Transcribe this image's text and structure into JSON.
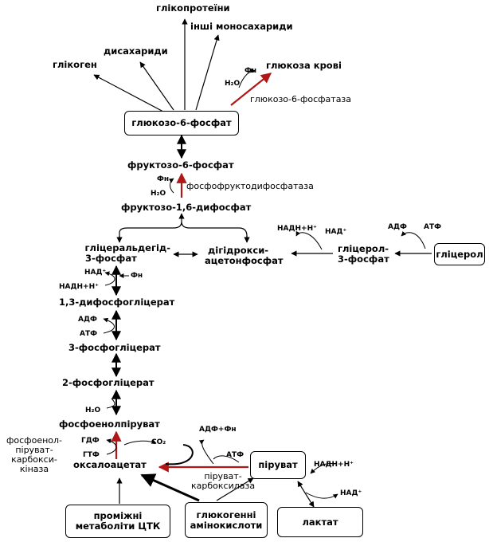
{
  "nodes": {
    "glycoproteins": "глікопротеїни",
    "other_mono": "інші моносахариди",
    "disaccharides": "дисахариди",
    "glycogen": "глікоген",
    "blood_glucose": "глюкоза крові",
    "g6p": "глюкозо-6-фосфат",
    "f6p": "фруктозо-6-фосфат",
    "f16bp": "фруктозо-1,6-дифосфат",
    "gap_line1": "гліцеральдегід-",
    "gap_line2": "3-фосфат",
    "dhap_line1": "дігідрокси-",
    "dhap_line2": "ацетонфосфат",
    "glycerol3p_line1": "гліцерол-",
    "glycerol3p_line2": "3-фосфат",
    "glycerol": "гліцерол",
    "bpg13": "1,3-дифосфогліцерат",
    "pg3": "3-фосфогліцерат",
    "pg2": "2-фосфогліцерат",
    "pep": "фосфоенолпіруват",
    "oxaloacetate": "оксалоацетат",
    "pyruvate": "піруват",
    "lactate": "лактат",
    "tca_line1": "проміжні",
    "tca_line2": "метаболіти ЦТК",
    "aa_line1": "глюкогенні",
    "aa_line2": "амінокислоти"
  },
  "cofactors": {
    "pi": "Фн",
    "h2o": "H₂O",
    "nadh": "НАДН+Н⁺",
    "nad": "НАД⁺",
    "adp": "АДФ",
    "atp": "АТФ",
    "gdp": "ГДФ",
    "gtp": "ГТФ",
    "co2": "CO₂",
    "adp_pi": "АДФ+Фн"
  },
  "enzymes": {
    "g6pase": "глюкозо-6-фосфатаза",
    "fbpase": "фосфофруктодифосфатаза",
    "pc_line1": "піруват-",
    "pc_line2": "карбоксилаза",
    "pepck_line1": "фосфоенол-",
    "pepck_line2": "піруват-",
    "pepck_line3": "карбокси-",
    "pepck_line4": "кіназа"
  },
  "colors": {
    "irreversible_bypass": "#b01818",
    "arrow": "#000000"
  }
}
